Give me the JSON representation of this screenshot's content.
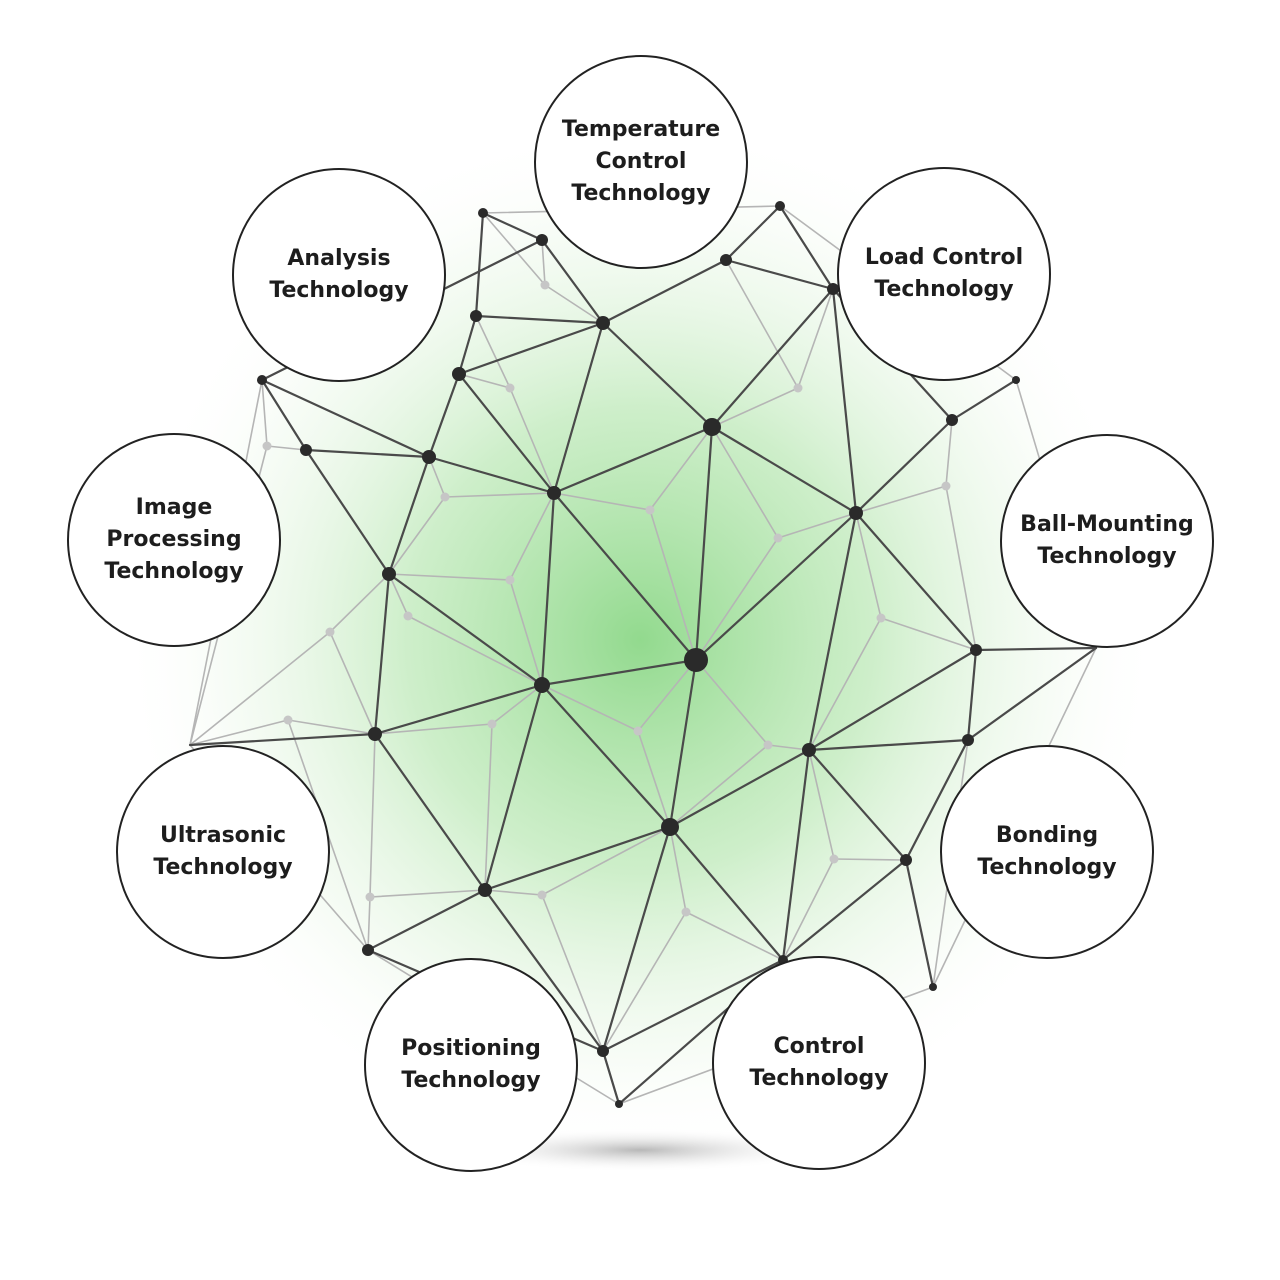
{
  "diagram": {
    "nodes": [
      {
        "id": "temperature",
        "label": "Temperature\nControl\nTechnology"
      },
      {
        "id": "load",
        "label": "Load Control\nTechnology"
      },
      {
        "id": "ball",
        "label": "Ball-Mounting\nTechnology"
      },
      {
        "id": "bonding",
        "label": "Bonding\nTechnology"
      },
      {
        "id": "control",
        "label": "Control\nTechnology"
      },
      {
        "id": "positioning",
        "label": "Positioning\nTechnology"
      },
      {
        "id": "ultrasonic",
        "label": "Ultrasonic\nTechnology"
      },
      {
        "id": "image",
        "label": "Image\nProcessing\nTechnology"
      },
      {
        "id": "analysis",
        "label": "Analysis\nTechnology"
      }
    ],
    "colors": {
      "glow": "#7fd37a",
      "line_dark": "#4a4a4a",
      "line_light": "#b5b5b5",
      "dot_dark": "#2a2a2a",
      "dot_light": "#c6c6c6",
      "circle_border": "#222222"
    }
  }
}
